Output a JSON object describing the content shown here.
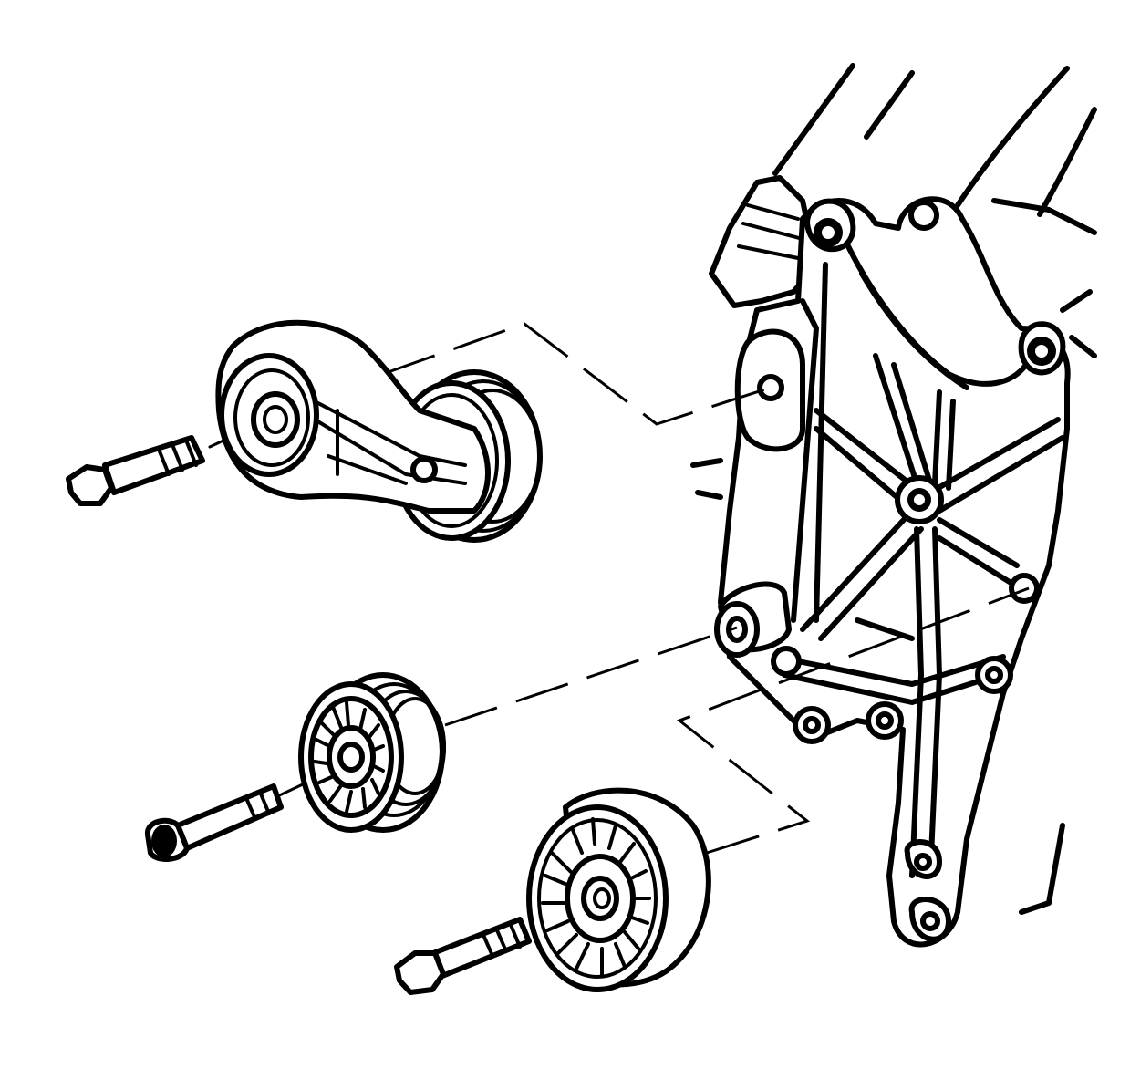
{
  "diagram": {
    "kind": "exploded-assembly",
    "colors": {
      "line": "#000000",
      "background": "#ffffff"
    },
    "parts": [
      {
        "id": "engine-mounting-bracket",
        "icon": "bracket-icon"
      },
      {
        "id": "belt-tensioner",
        "icon": "tensioner-icon"
      },
      {
        "id": "tensioner-bolt",
        "icon": "bolt-icon"
      },
      {
        "id": "grooved-idler-pulley",
        "icon": "pulley-icon"
      },
      {
        "id": "grooved-idler-pulley-bolt",
        "icon": "bolt-icon"
      },
      {
        "id": "smooth-idler-pulley",
        "icon": "pulley-icon"
      },
      {
        "id": "smooth-idler-pulley-bolt",
        "icon": "bolt-icon"
      }
    ],
    "labels": []
  }
}
